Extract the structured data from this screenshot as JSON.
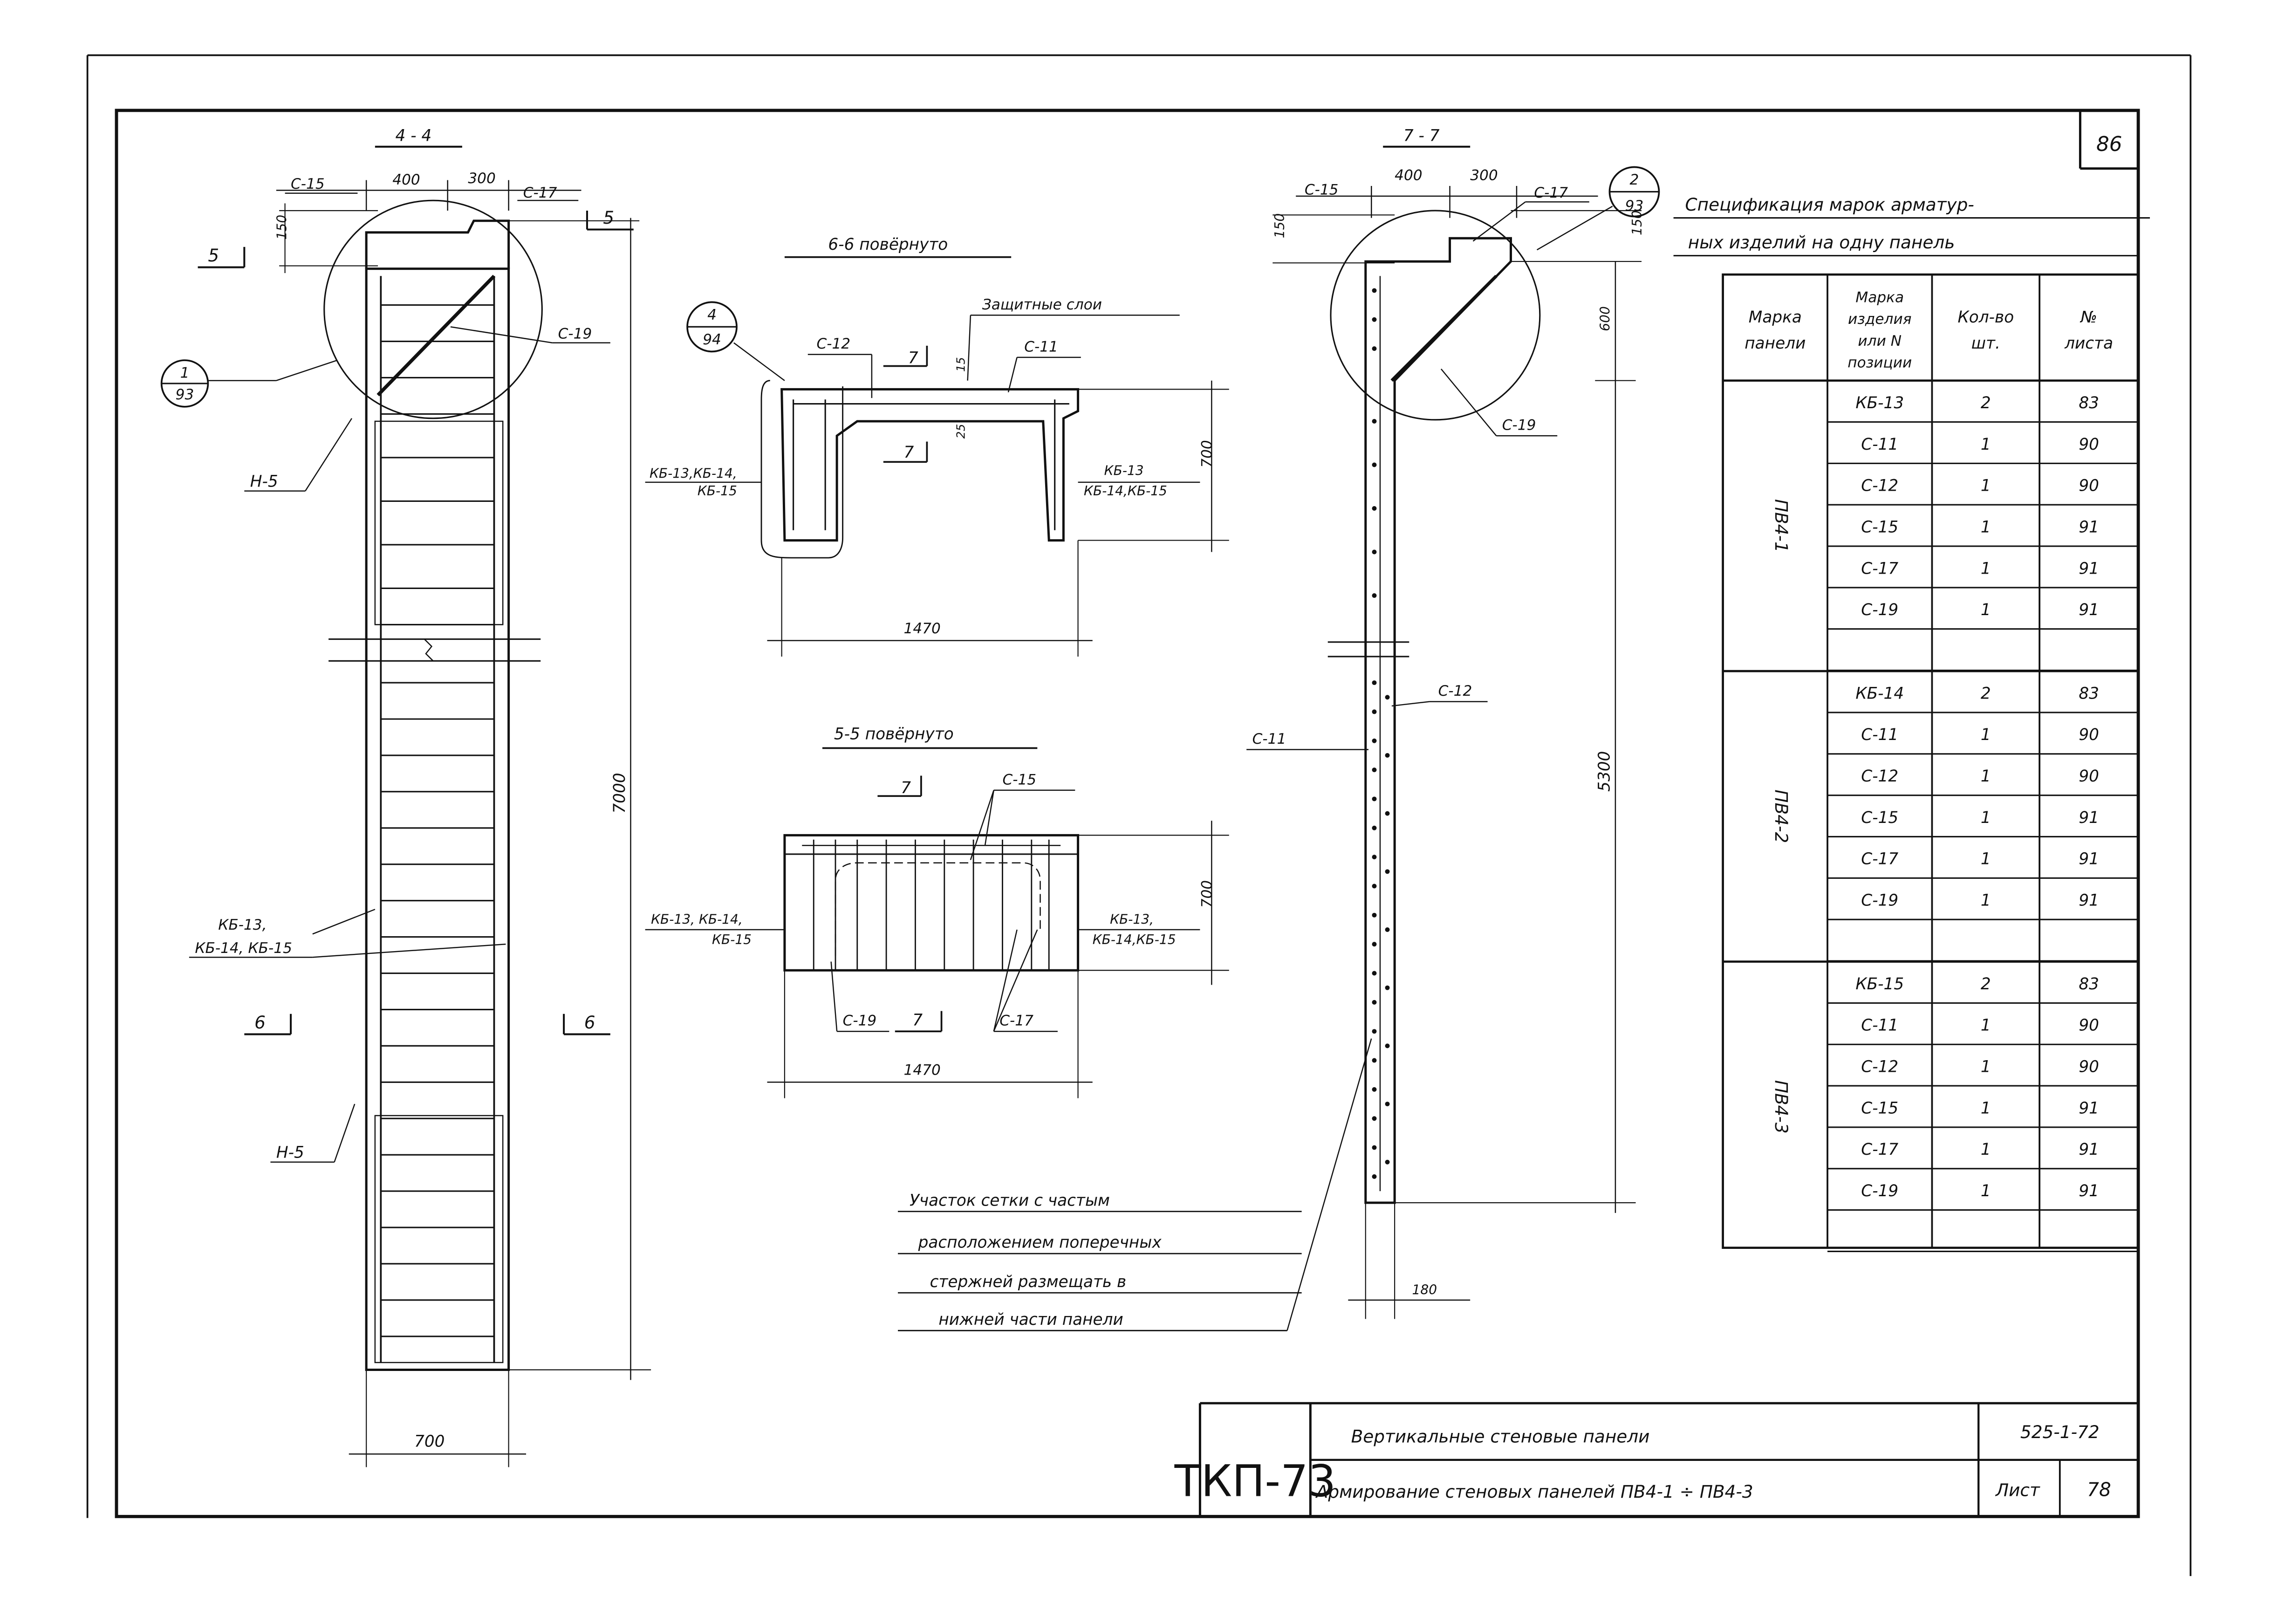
{
  "sheet_number": "86",
  "title_block": {
    "logo": "ТКП-73",
    "line1": "Вертикальные стеновые панели",
    "line2": "Армирование стеновых панелей ПВ4-1 ÷ ПВ4-3",
    "code": "525-1-72",
    "sheet_label": "Лист",
    "sheet_no": "78"
  },
  "spec": {
    "title_line1": "Спецификация марок арматур-",
    "title_line2": "ных изделий на одну панель",
    "headers": [
      "Марка панели",
      "Марка изделия или N позиции",
      "Кол-во шт.",
      "№ листа"
    ],
    "groups": [
      {
        "panel": "ПВ4-1",
        "rows": [
          [
            "КБ-13",
            "2",
            "83"
          ],
          [
            "С-11",
            "1",
            "90"
          ],
          [
            "С-12",
            "1",
            "90"
          ],
          [
            "С-15",
            "1",
            "91"
          ],
          [
            "С-17",
            "1",
            "91"
          ],
          [
            "С-19",
            "1",
            "91"
          ]
        ]
      },
      {
        "panel": "ПВ4-2",
        "rows": [
          [
            "КБ-14",
            "2",
            "83"
          ],
          [
            "С-11",
            "1",
            "90"
          ],
          [
            "С-12",
            "1",
            "90"
          ],
          [
            "С-15",
            "1",
            "91"
          ],
          [
            "С-17",
            "1",
            "91"
          ],
          [
            "С-19",
            "1",
            "91"
          ]
        ]
      },
      {
        "panel": "ПВ4-3",
        "rows": [
          [
            "КБ-15",
            "2",
            "83"
          ],
          [
            "С-11",
            "1",
            "90"
          ],
          [
            "С-12",
            "1",
            "90"
          ],
          [
            "С-15",
            "1",
            "91"
          ],
          [
            "С-17",
            "1",
            "91"
          ],
          [
            "С-19",
            "1",
            "91"
          ]
        ]
      }
    ]
  },
  "section_44": {
    "title": "4 - 4",
    "dim_400": "400",
    "dim_300": "300",
    "dim_150": "150",
    "dim_7000": "7000",
    "dim_700": "700",
    "c15": "С-15",
    "c17": "С-17",
    "c19": "С-19",
    "mark_5": "5",
    "mark_6": "6",
    "n5": "Н-5",
    "kb": "КБ-13,",
    "kb2": "КБ-14, КБ-15",
    "callout_top": "1",
    "callout_bottom": "93"
  },
  "section_66": {
    "title": "6-6 повёрнуто",
    "protect": "Защитные слои",
    "c12": "С-12",
    "c11": "С-11",
    "mark_7": "7",
    "dim_15": "15",
    "dim_25": "25",
    "dim_700": "700",
    "dim_1470": "1470",
    "kb_left1": "КБ-13,КБ-14,",
    "kb_left2": "КБ-15",
    "kb_right1": "КБ-13",
    "kb_right2": "КБ-14,КБ-15",
    "callout_top": "4",
    "callout_bottom": "94"
  },
  "section_55": {
    "title": "5-5 повёрнуто",
    "mark_7": "7",
    "c15": "С-15",
    "c19": "С-19",
    "c17": "С-17",
    "dim_700": "700",
    "dim_1470": "1470",
    "kb_left1": "КБ-13, КБ-14,",
    "kb_left2": "КБ-15",
    "kb_right1": "КБ-13,",
    "kb_right2": "КБ-14,КБ-15"
  },
  "section_77": {
    "title": "7 - 7",
    "dim_400": "400",
    "dim_300": "300",
    "dim_150a": "150",
    "dim_150b": "150",
    "dim_600": "600",
    "dim_5300": "5300",
    "dim_180": "180",
    "c15": "С-15",
    "c17": "С-17",
    "c19": "С-19",
    "c11": "С-11",
    "c12": "С-12",
    "callout_top": "2",
    "callout_bottom": "93"
  },
  "note": [
    "Участок сетки с частым",
    "расположением поперечных",
    "стержней размещать в",
    "нижней части панели"
  ]
}
